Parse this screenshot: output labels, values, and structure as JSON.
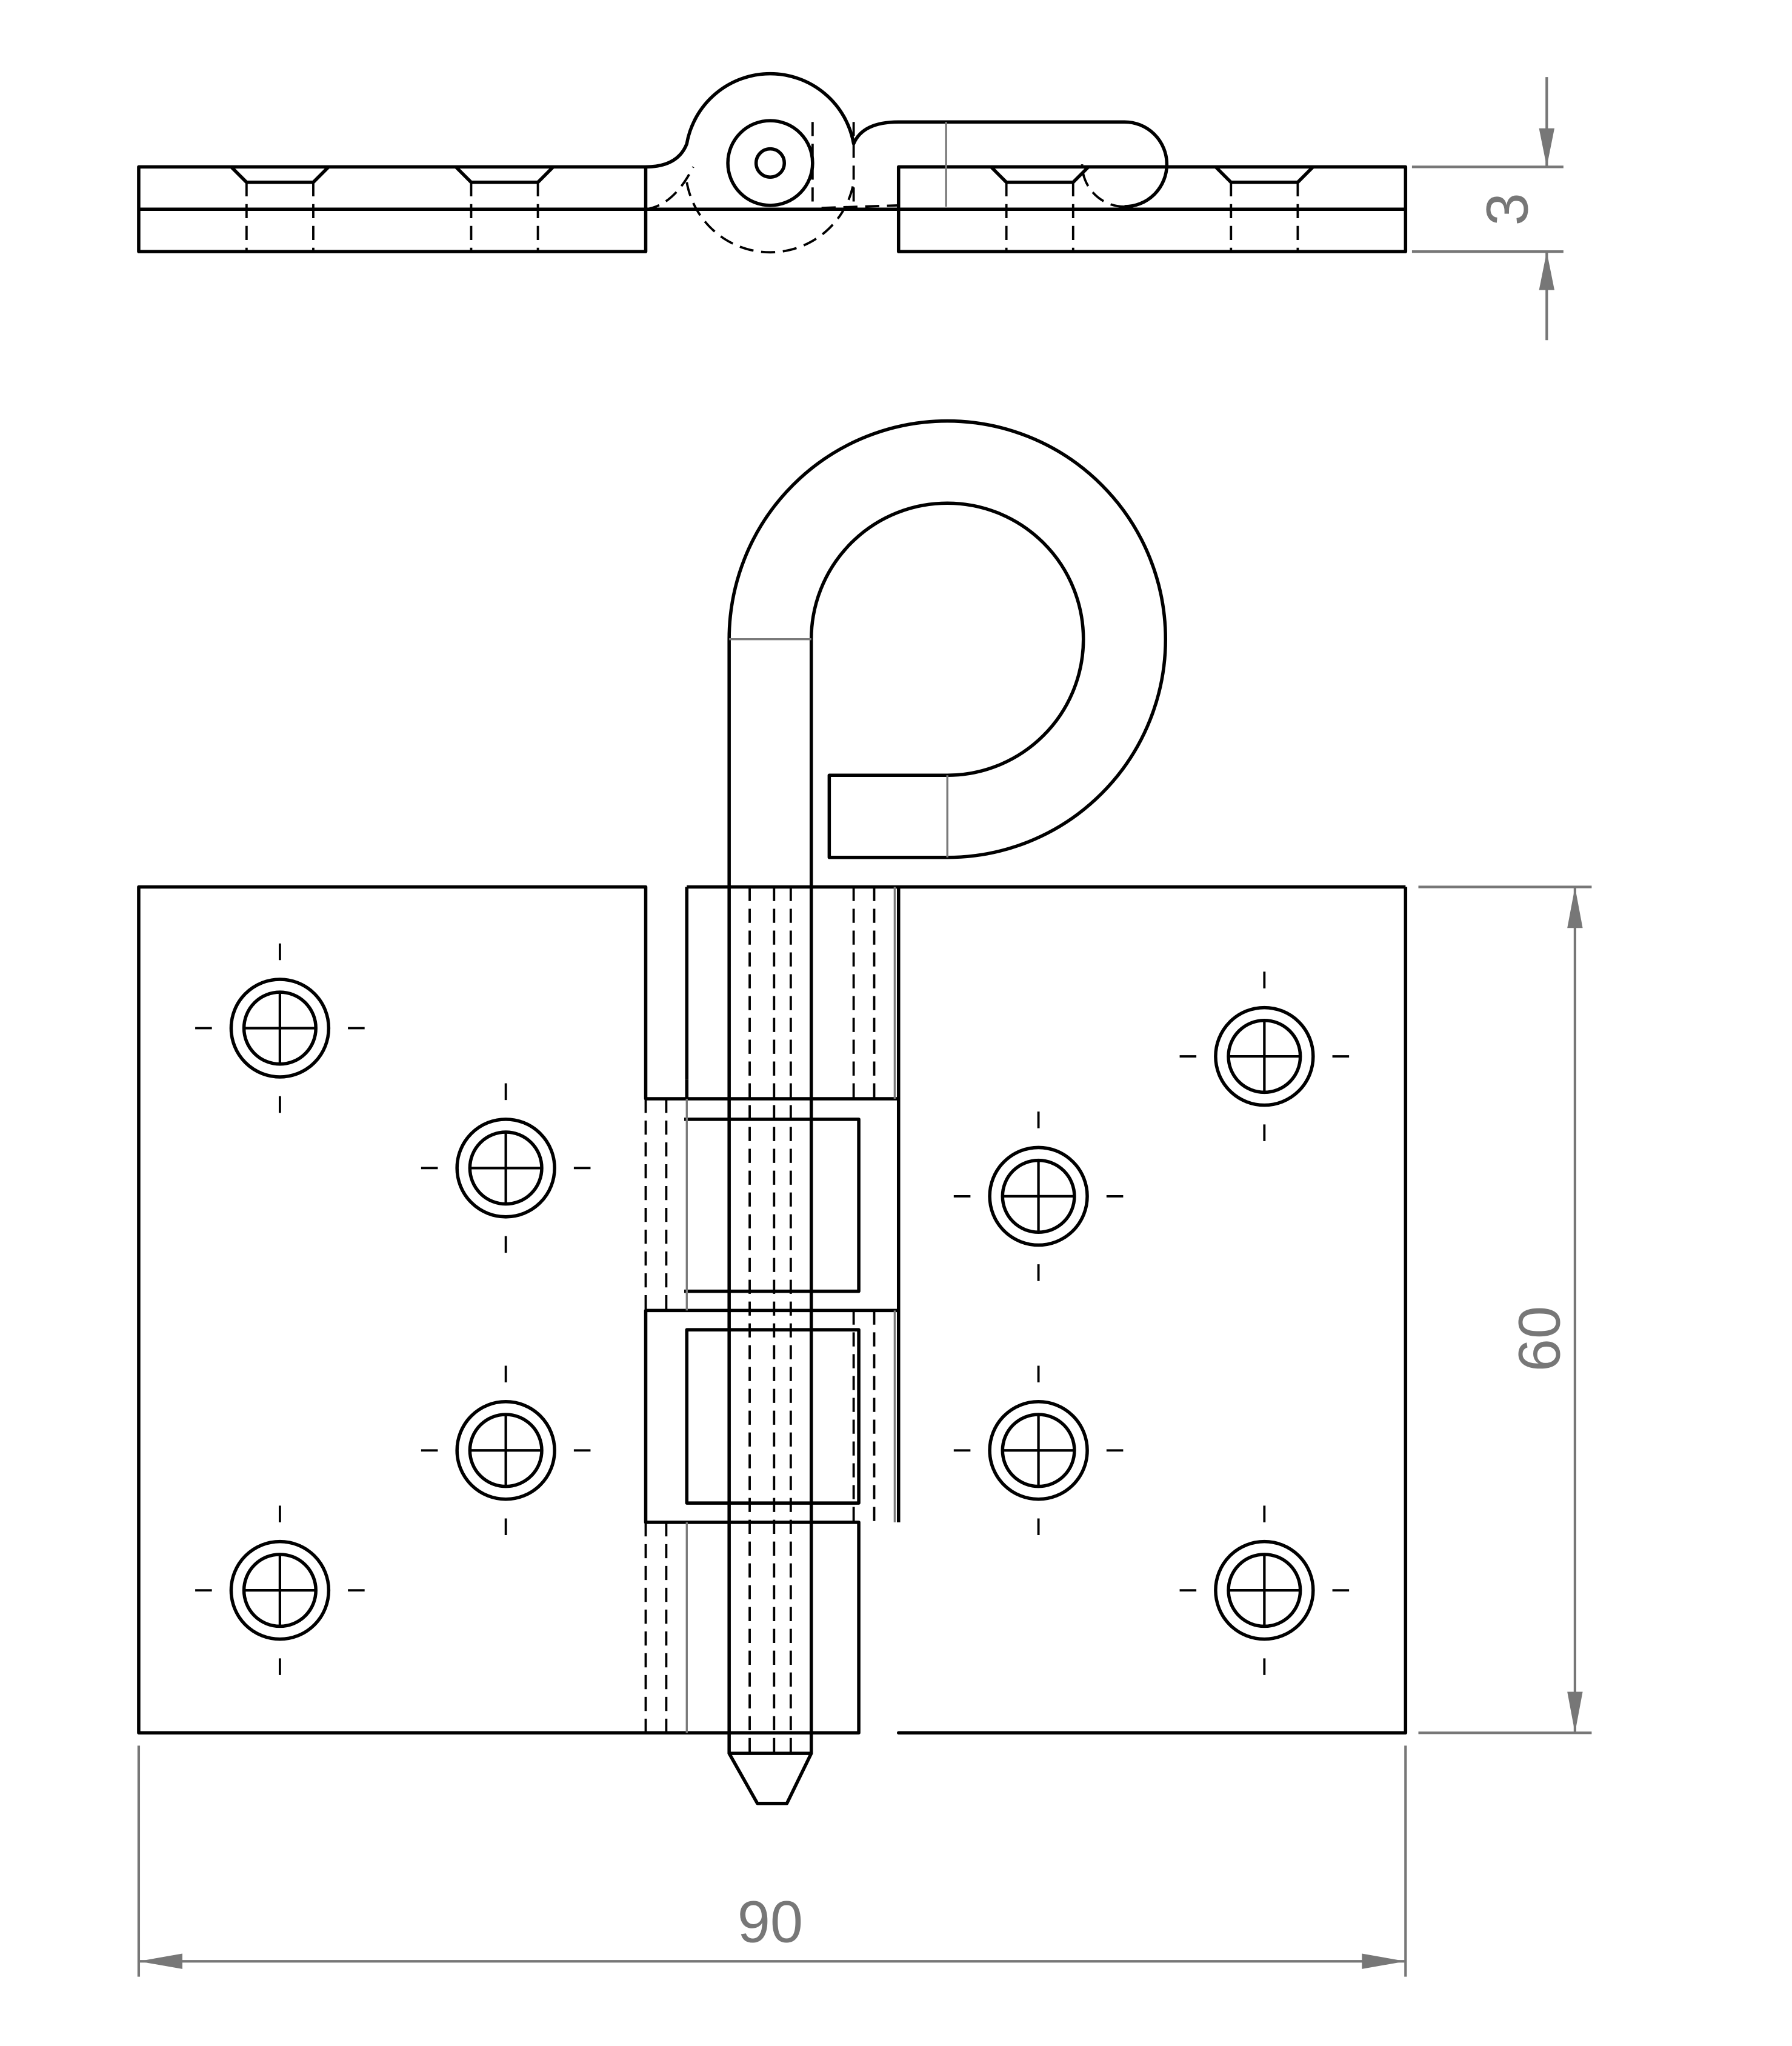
{
  "dimensions": {
    "width_label": "90",
    "height_label": "60",
    "thickness_label": "3"
  },
  "colors": {
    "line": "#000000",
    "dimension": "#777777",
    "background": "#ffffff"
  }
}
